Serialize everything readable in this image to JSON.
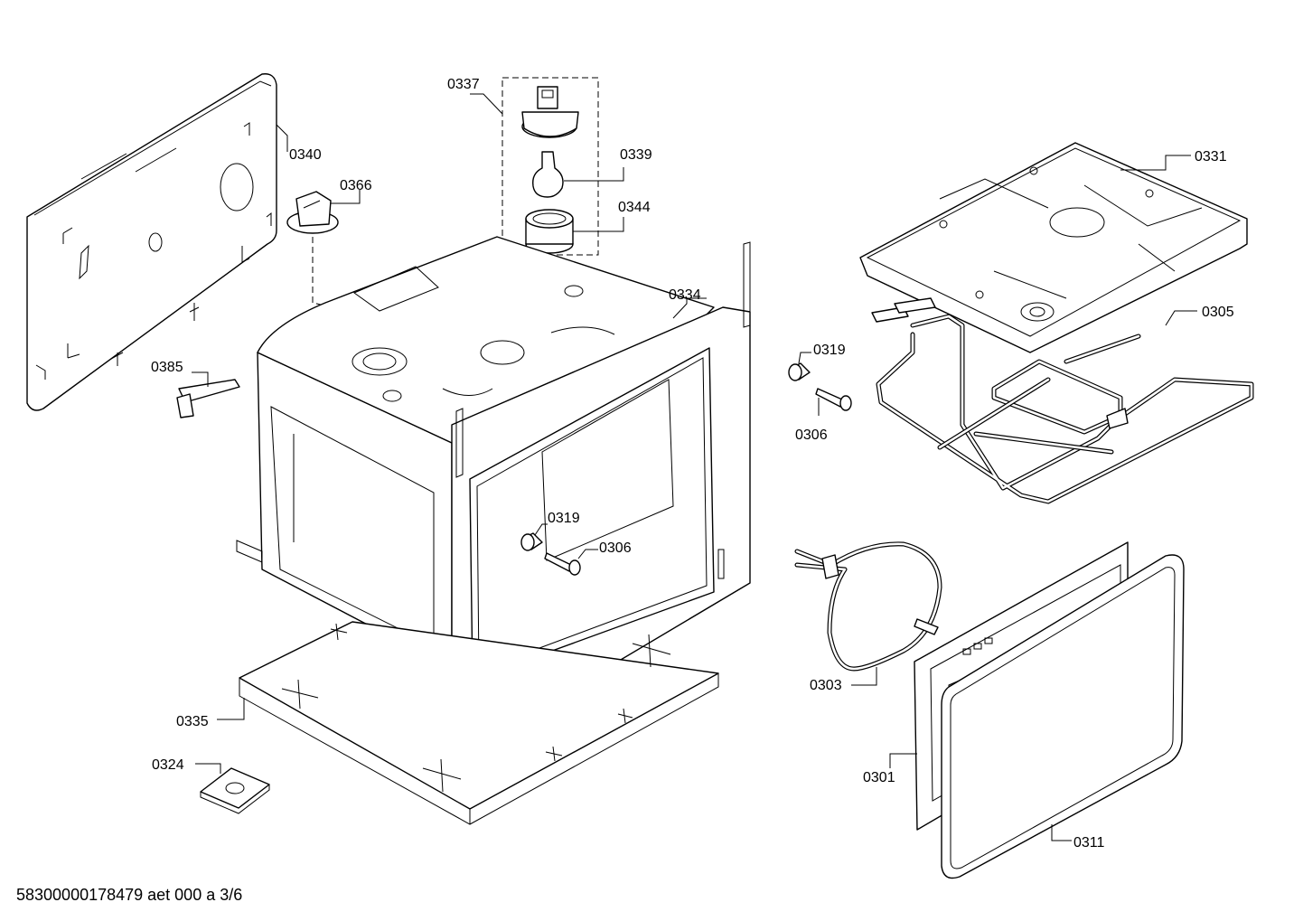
{
  "labels": {
    "p0337": "0337",
    "p0339": "0339",
    "p0344": "0344",
    "p0340": "0340",
    "p0366": "0366",
    "p0334": "0334",
    "p0385": "0385",
    "p0319a": "0319",
    "p0306a": "0306",
    "p0335": "0335",
    "p0324": "0324",
    "p0331": "0331",
    "p0305": "0305",
    "p0319b": "0319",
    "p0306b": "0306",
    "p0303": "0303",
    "p0301": "0301",
    "p0311": "0311"
  },
  "footer": "58300000178479 aet 000 a 3/6"
}
